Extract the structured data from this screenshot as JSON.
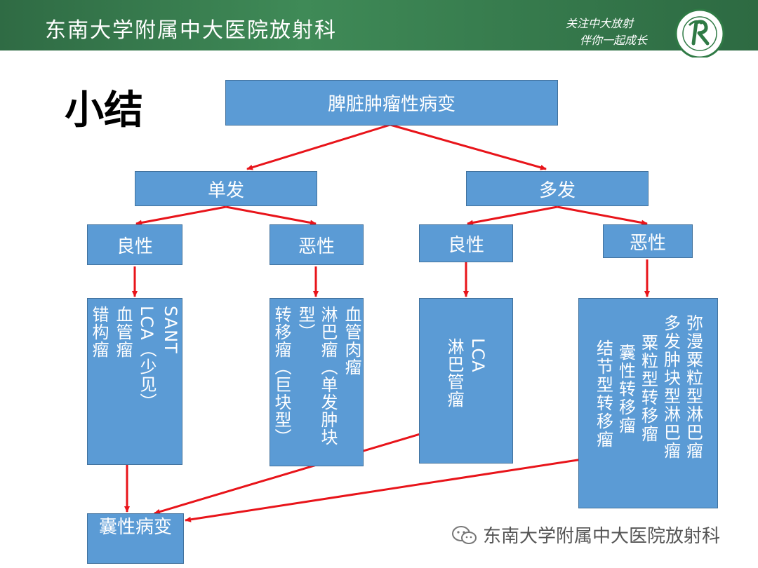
{
  "header": {
    "institution": "东南大学附属中大医院放射科",
    "slogan_line1": "关注中大放射",
    "slogan_line2": "伴你一起成长"
  },
  "slide_title": "小结",
  "diagram": {
    "root": "脾脏肿瘤性病变",
    "single": "单发",
    "multiple": "多发",
    "single_benign": "良性",
    "single_malignant": "恶性",
    "multiple_benign": "良性",
    "multiple_malignant": "恶性",
    "single_benign_items": [
      "SANT",
      "LCA（少见）",
      "血管瘤",
      "错构瘤"
    ],
    "single_malignant_items": [
      "血管肉瘤",
      "淋巴瘤（单发肿块型）",
      "转移瘤（巨块型）"
    ],
    "multiple_benign_items": [
      "LCA",
      "淋巴管瘤"
    ],
    "multiple_malignant_items": [
      "弥漫粟粒型淋巴瘤",
      "多发肿块型淋巴瘤",
      "粟粒型转移瘤",
      "囊性转移瘤",
      "结节型转移瘤"
    ],
    "cystic_lesion": "囊性病变"
  },
  "colors": {
    "node_fill": "#5b9bd5",
    "arrow": "#e8141a",
    "banner": "#3f8a57"
  },
  "watermark": "东南大学附属中大医院放射科"
}
